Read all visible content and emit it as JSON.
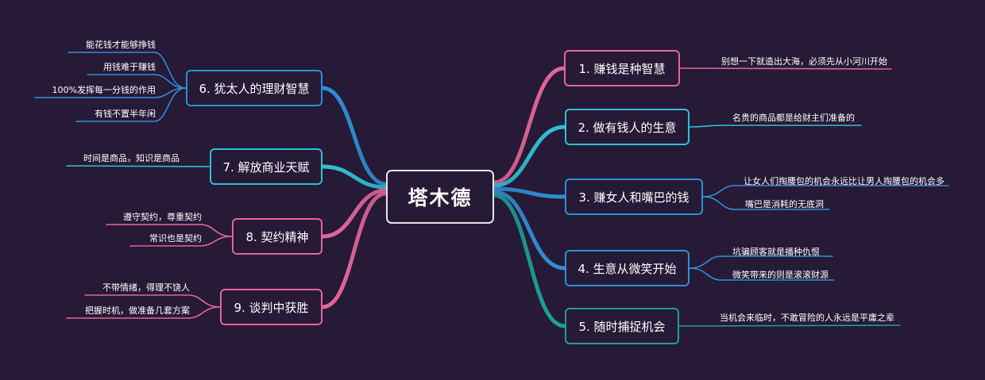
{
  "root": {
    "label": "塔木德"
  },
  "colors": {
    "background": "#261a36",
    "pink": "#e4659a",
    "cyan": "#2ec2d4",
    "blue": "#2e8fd6",
    "teal": "#1f9d96",
    "root_border": "#e6e6ea"
  },
  "branches": [
    {
      "label": "1. 赚钱是种智慧",
      "color": "#e4659a",
      "leaves": [
        "别想一下就造出大海，必须先从小河川开始"
      ]
    },
    {
      "label": "2. 做有钱人的生意",
      "color": "#2ec2d4",
      "leaves": [
        "名贵的商品都是给财主们准备的"
      ]
    },
    {
      "label": "3. 赚女人和嘴巴的钱",
      "color": "#2e8fd6",
      "leaves": [
        "让女人们掏腰包的机会永远比让男人掏腰包的机会多",
        "嘴巴是消耗的无底洞"
      ]
    },
    {
      "label": "4. 生意从微笑开始",
      "color": "#2e8fd6",
      "leaves": [
        "坑骗顾客就是播种仇恨",
        "微笑带来的则是滚滚财源"
      ]
    },
    {
      "label": "5. 随时捕捉机会",
      "color": "#1f9d96",
      "leaves": [
        "当机会来临时，不敢冒险的人永远是平庸之辈"
      ]
    },
    {
      "label": "6. 犹太人的理财智慧",
      "color": "#2e8fd6",
      "leaves": [
        "能花钱才能够挣钱",
        "用钱难于赚钱",
        "100%发挥每一分钱的作用",
        "有钱不置半年闲"
      ]
    },
    {
      "label": "7. 解放商业天赋",
      "color": "#2ec2d4",
      "leaves": [
        "时间是商品，知识是商品"
      ]
    },
    {
      "label": "8. 契约精神",
      "color": "#e4659a",
      "leaves": [
        "遵守契约，尊重契约",
        "常识也是契约"
      ]
    },
    {
      "label": "9. 谈判中获胜",
      "color": "#e4659a",
      "leaves": [
        "不带情绪，得理不饶人",
        "把握时机，做准备几套方案"
      ]
    }
  ]
}
